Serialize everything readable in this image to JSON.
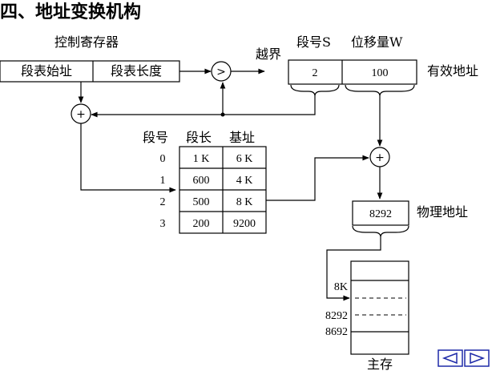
{
  "title": "四、地址变换机构",
  "control_register": {
    "caption": "控制寄存器",
    "fields": [
      "段表始址",
      "段表长度"
    ]
  },
  "comparator": {
    "symbol": ">",
    "overflow_label": "越界"
  },
  "effective_address": {
    "segment_header": "段号S",
    "offset_header": "位移量W",
    "segment_value": "2",
    "offset_value": "100",
    "label": "有效地址"
  },
  "adder_symbol": "+",
  "segment_table": {
    "headers": [
      "段号",
      "段长",
      "基址"
    ],
    "rows": [
      {
        "seg": "0",
        "len": "1 K",
        "base": "6 K"
      },
      {
        "seg": "1",
        "len": "600",
        "base": "4 K"
      },
      {
        "seg": "2",
        "len": "500",
        "base": "8 K"
      },
      {
        "seg": "3",
        "len": "200",
        "base": "9200"
      }
    ]
  },
  "physical_address": {
    "value": "8292",
    "label": "物理地址"
  },
  "main_memory": {
    "caption": "主存",
    "marks": [
      "8K",
      "8292",
      "8692"
    ]
  },
  "nav": {
    "prev": "◁",
    "next": "▷"
  }
}
